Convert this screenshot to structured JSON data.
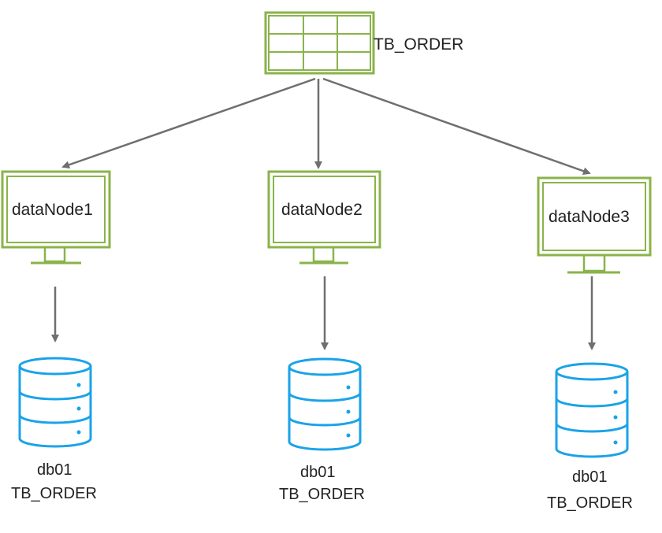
{
  "colors": {
    "table_green": "#8ab34a",
    "monitor_green": "#8ab34a",
    "database_blue": "#1aa3e8",
    "arrow_gray": "#6f6f6f",
    "text": "#222222"
  },
  "table": {
    "label": "TB_ORDER",
    "icon": "table-grid-icon"
  },
  "nodes": [
    {
      "label": "dataNode1",
      "icon": "monitor-icon"
    },
    {
      "label": "dataNode2",
      "icon": "monitor-icon"
    },
    {
      "label": "dataNode3",
      "icon": "monitor-icon"
    }
  ],
  "databases": [
    {
      "db_name": "db01",
      "table_name": "TB_ORDER",
      "icon": "database-icon"
    },
    {
      "db_name": "db01",
      "table_name": "TB_ORDER",
      "icon": "database-icon"
    },
    {
      "db_name": "db01",
      "table_name": "TB_ORDER",
      "icon": "database-icon"
    }
  ]
}
